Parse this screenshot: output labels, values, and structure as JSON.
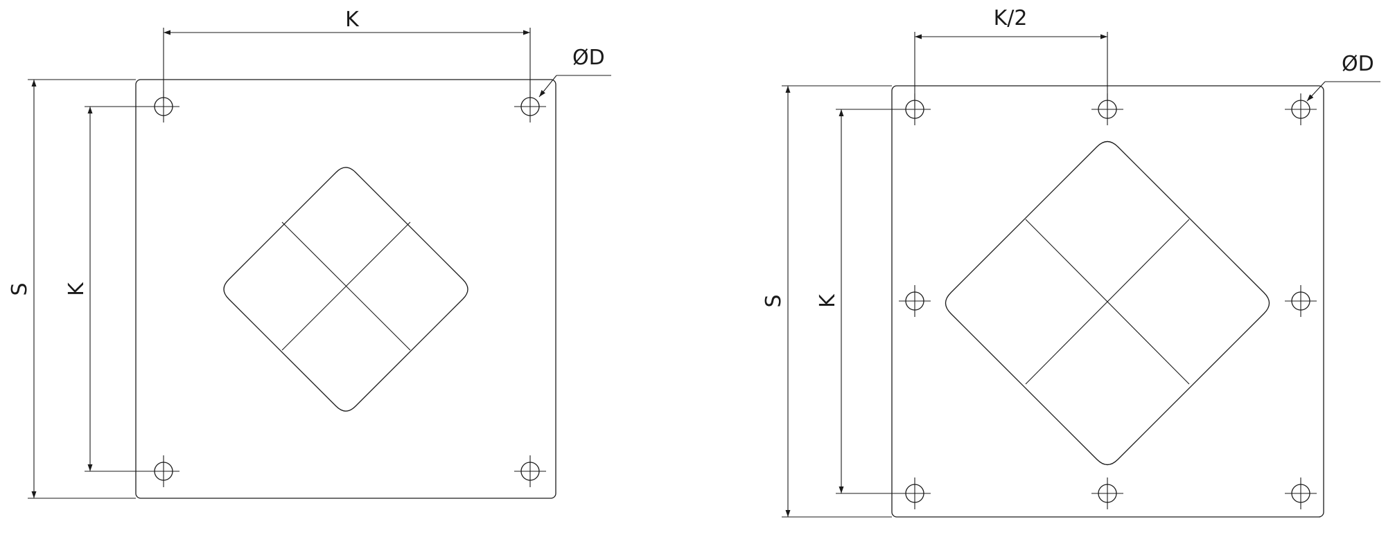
{
  "drawing_left": {
    "width_label": "K",
    "height_label": "K",
    "side_label": "S",
    "hole_label": "ØD",
    "hole_count": 4
  },
  "drawing_right": {
    "width_label": "K/2",
    "height_label": "K",
    "side_label": "S",
    "hole_label": "ØD",
    "hole_count": 8
  },
  "colors": {
    "line": "#1a1a1a",
    "background": "#ffffff"
  }
}
